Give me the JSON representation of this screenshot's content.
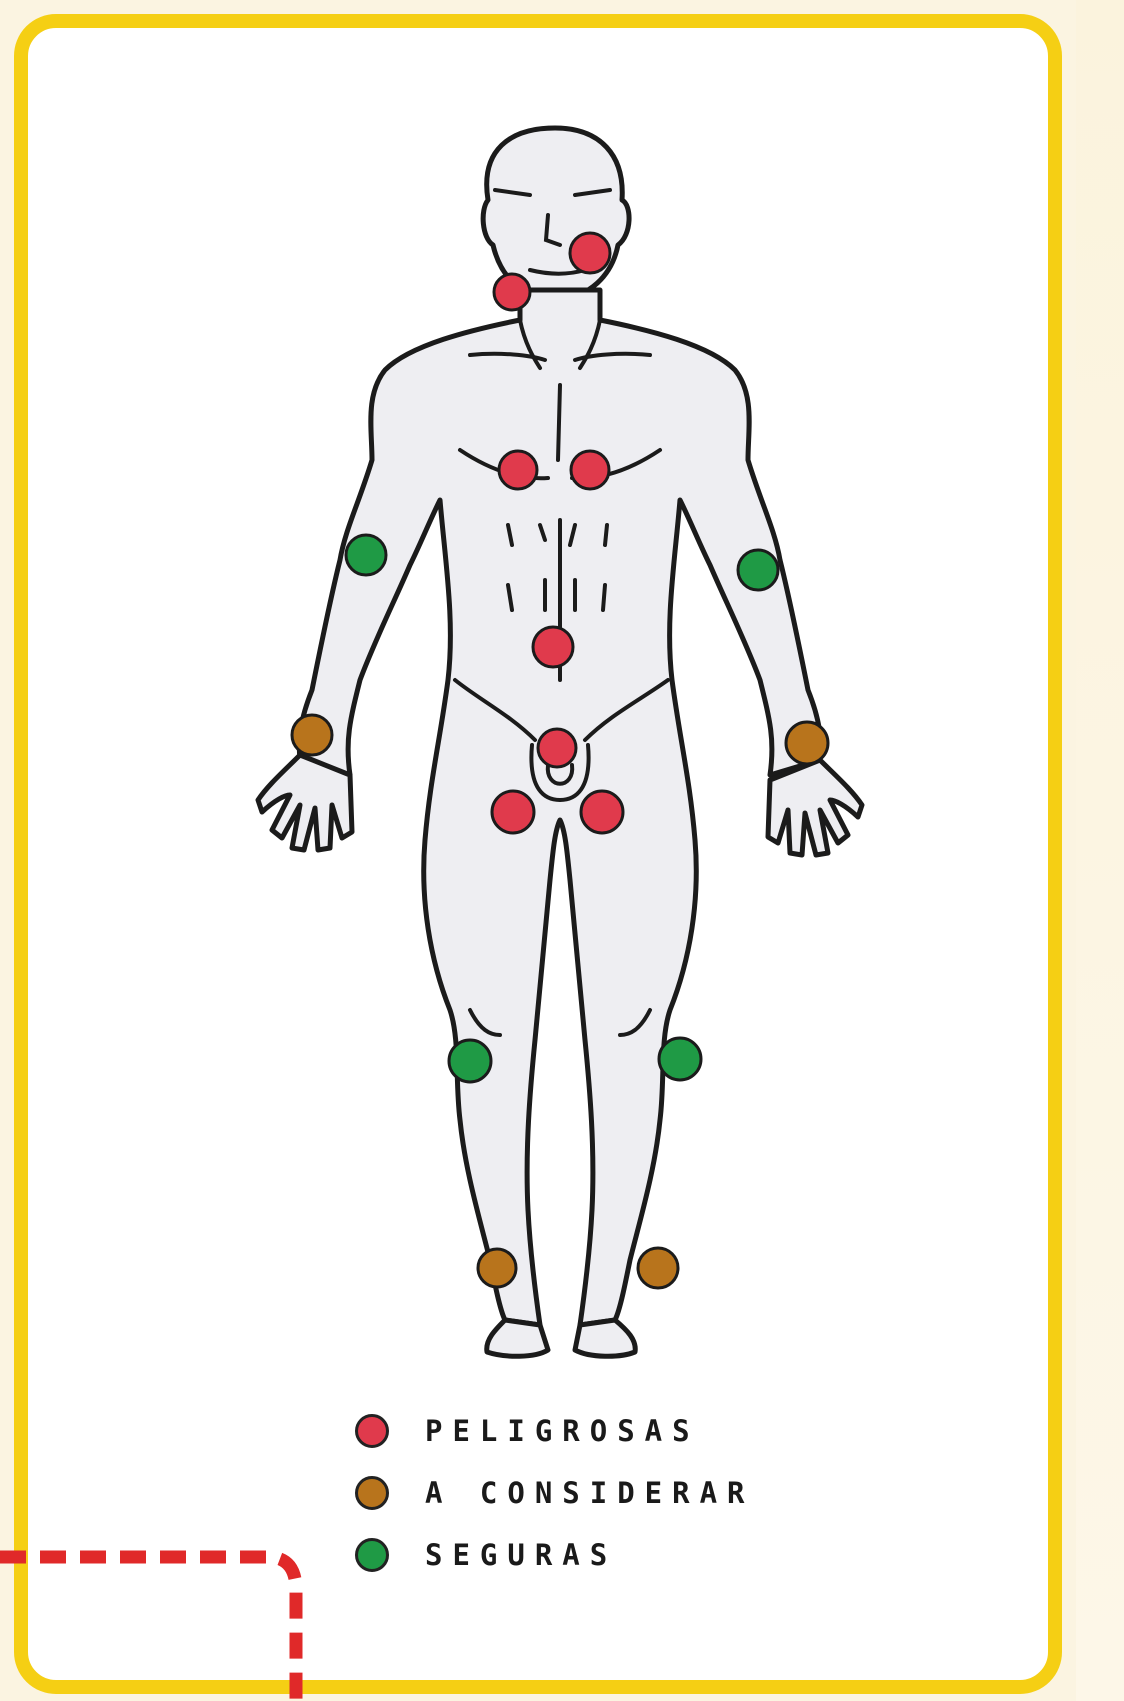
{
  "colors": {
    "peligrosas": "#e03a4c",
    "a_considerar": "#b8741c",
    "seguras": "#1f9a45",
    "card_border": "#f5cf14",
    "dashed_path": "#e02929"
  },
  "legend": [
    {
      "key": "peligrosas",
      "label": "PELIGROSAS"
    },
    {
      "key": "a_considerar",
      "label": "A CONSIDERAR"
    },
    {
      "key": "seguras",
      "label": "SEGURAS"
    }
  ],
  "points": [
    {
      "id": "cheek",
      "category": "peligrosas"
    },
    {
      "id": "neck",
      "category": "peligrosas"
    },
    {
      "id": "chest-left",
      "category": "peligrosas"
    },
    {
      "id": "chest-right",
      "category": "peligrosas"
    },
    {
      "id": "navel",
      "category": "peligrosas"
    },
    {
      "id": "genitals",
      "category": "peligrosas"
    },
    {
      "id": "inner-thigh-left",
      "category": "peligrosas"
    },
    {
      "id": "inner-thigh-right",
      "category": "peligrosas"
    },
    {
      "id": "elbow-left",
      "category": "seguras"
    },
    {
      "id": "elbow-right",
      "category": "seguras"
    },
    {
      "id": "knee-left",
      "category": "seguras"
    },
    {
      "id": "knee-right",
      "category": "seguras"
    },
    {
      "id": "wrist-left",
      "category": "a_considerar"
    },
    {
      "id": "wrist-right",
      "category": "a_considerar"
    },
    {
      "id": "ankle-left",
      "category": "a_considerar"
    },
    {
      "id": "ankle-right",
      "category": "a_considerar"
    }
  ]
}
